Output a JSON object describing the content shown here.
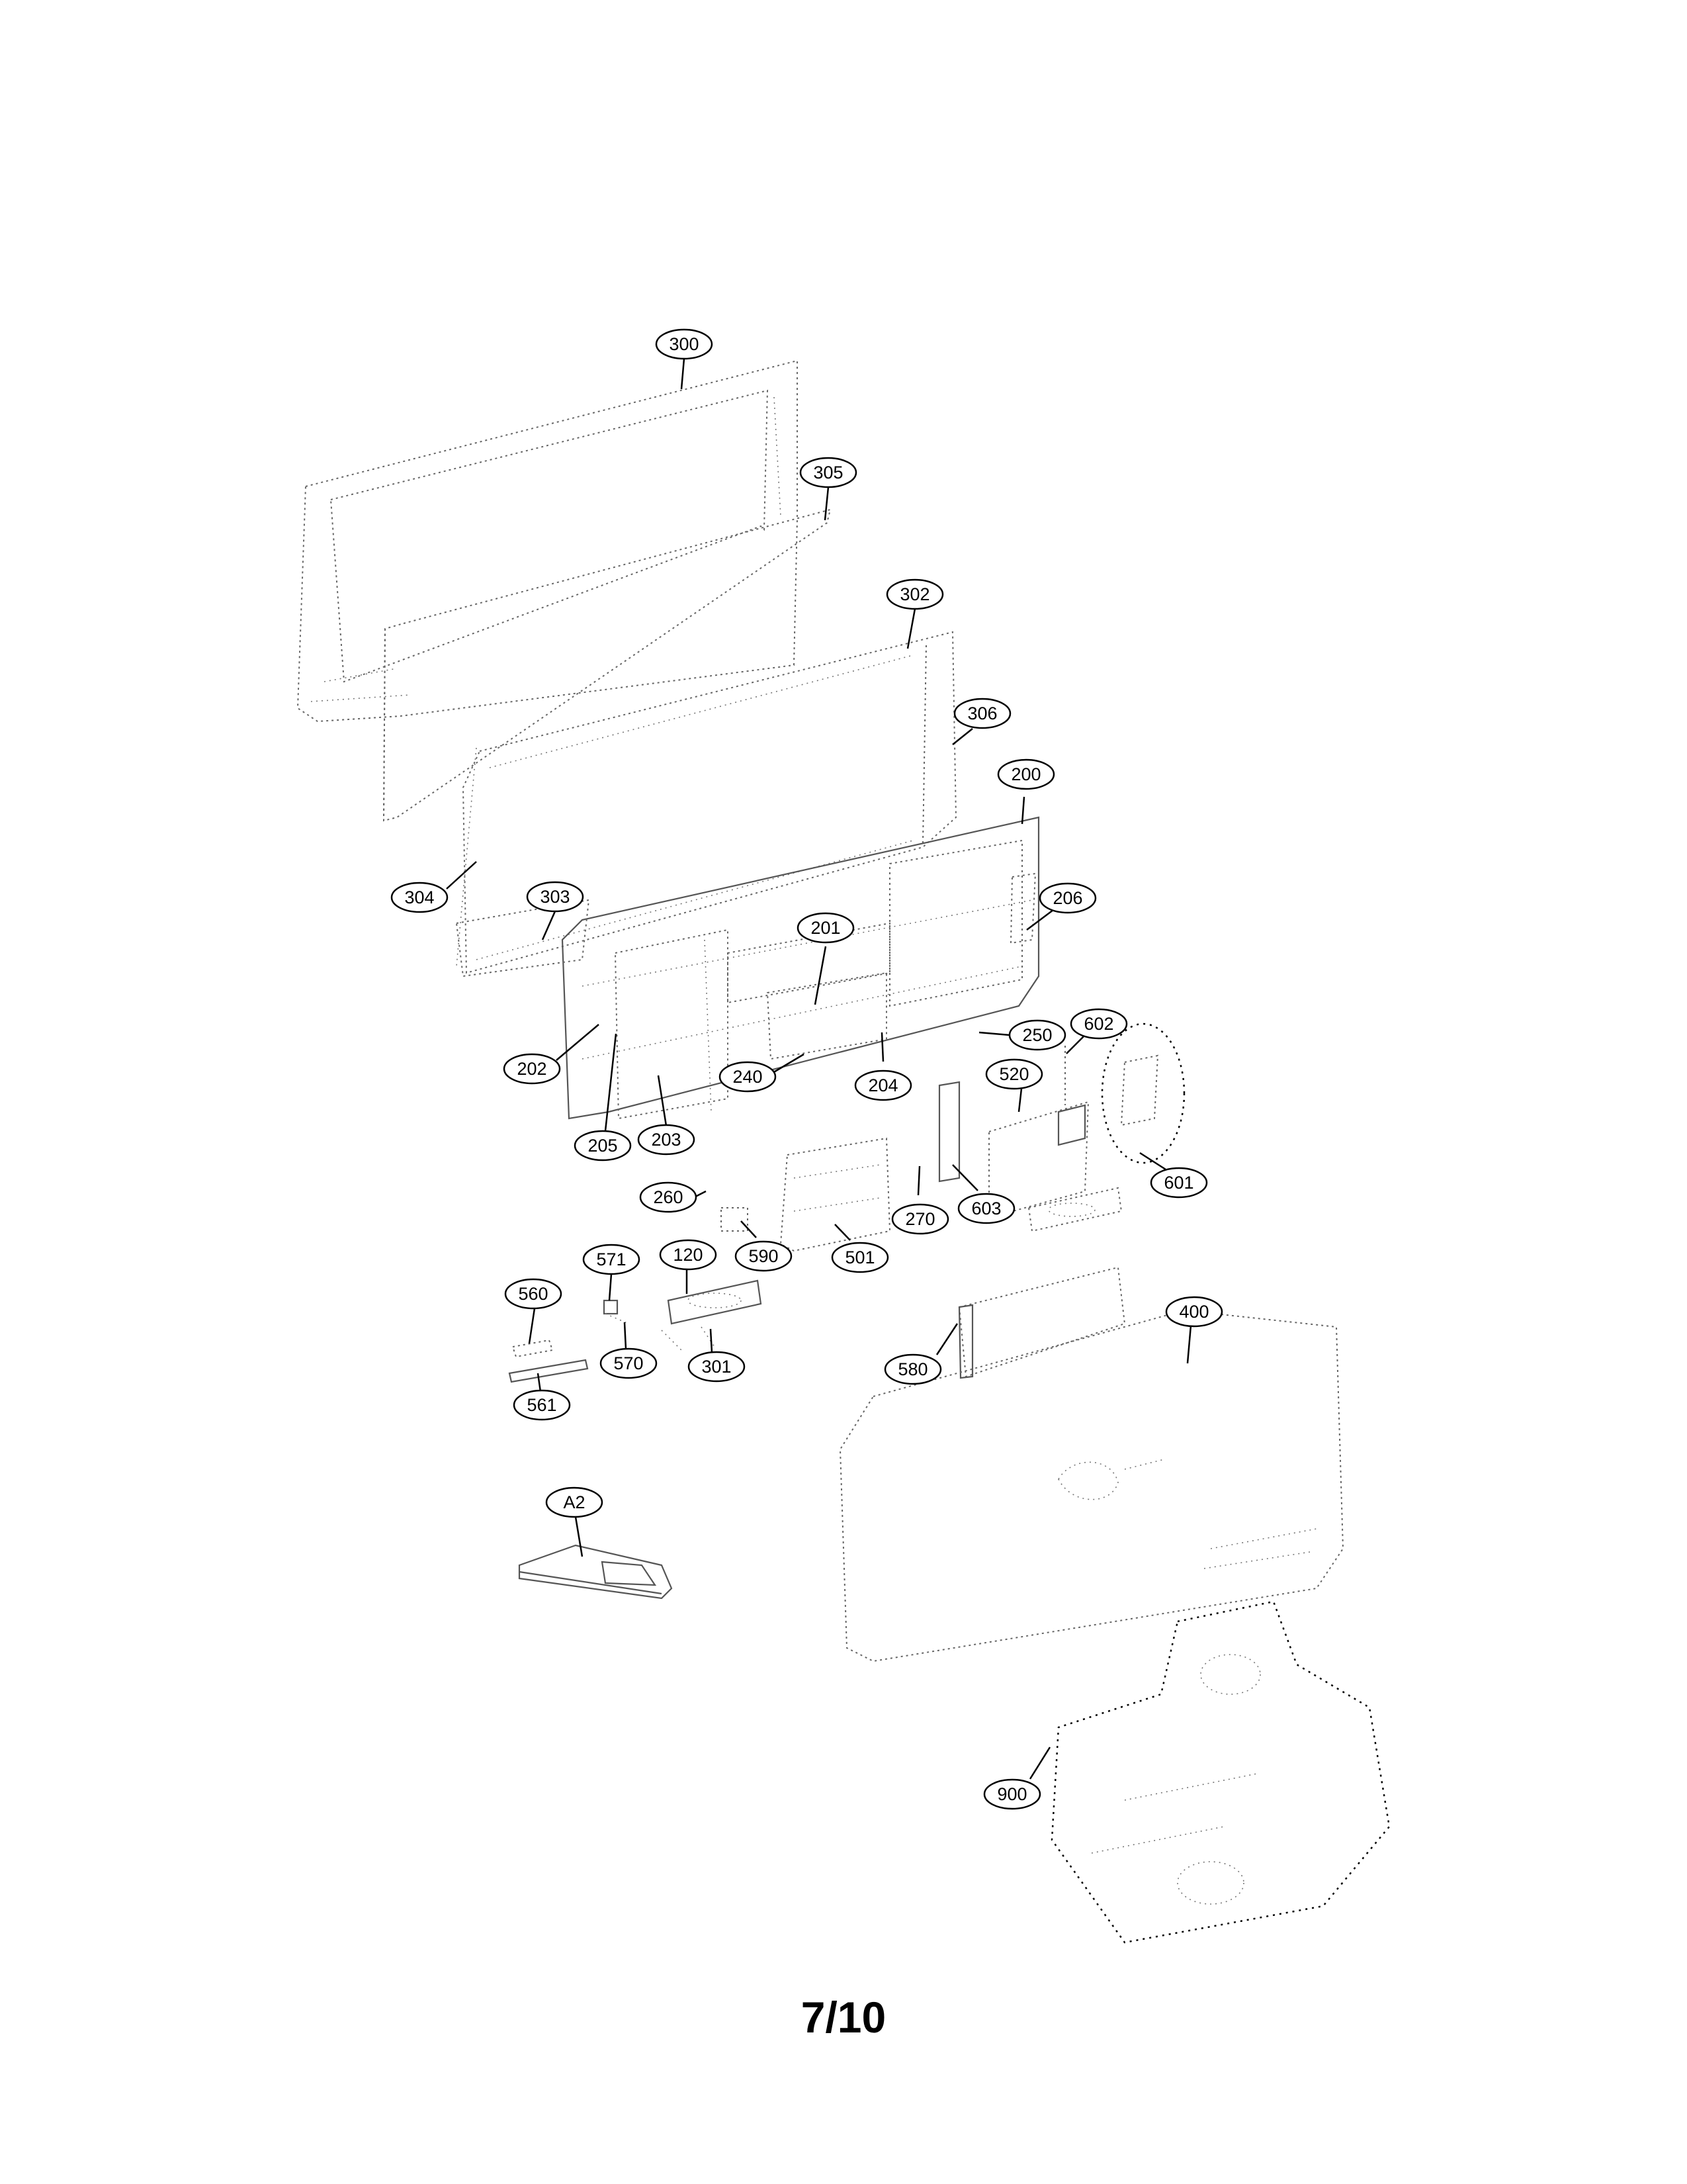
{
  "page_number": "7/10",
  "callouts": [
    "300",
    "305",
    "302",
    "306",
    "200",
    "304",
    "303",
    "206",
    "201",
    "250",
    "602",
    "202",
    "520",
    "240",
    "204",
    "205",
    "203",
    "601",
    "260",
    "270",
    "603",
    "590",
    "501",
    "571",
    "120",
    "560",
    "570",
    "301",
    "400",
    "580",
    "561",
    "A2",
    "900"
  ]
}
